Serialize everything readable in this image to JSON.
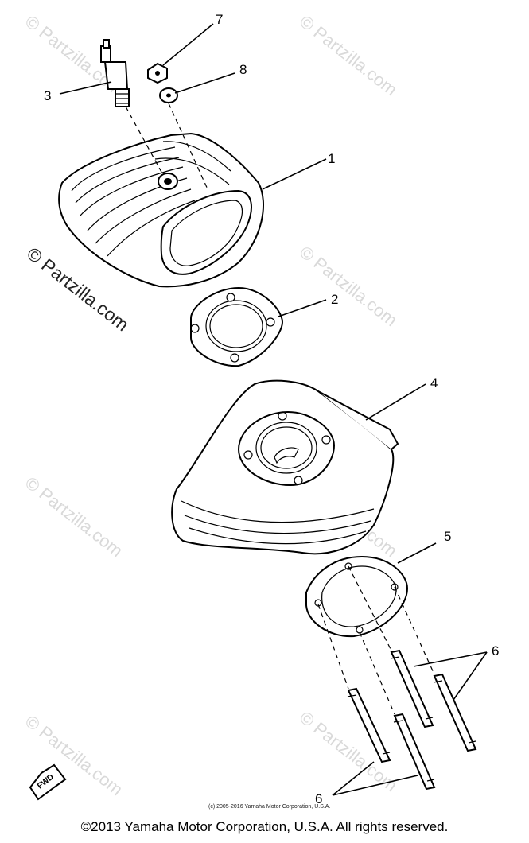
{
  "diagram": {
    "callouts": [
      "1",
      "2",
      "3",
      "4",
      "5",
      "6",
      "6",
      "7",
      "8"
    ],
    "watermark_text": "© Partzilla.com",
    "small_copyright": "(c) 2005-2016 Yamaha Motor Corporation, U.S.A.",
    "fwd_label": "FWD",
    "copyright": "©2013 Yamaha Motor Corporation, U.S.A. All rights reserved."
  }
}
